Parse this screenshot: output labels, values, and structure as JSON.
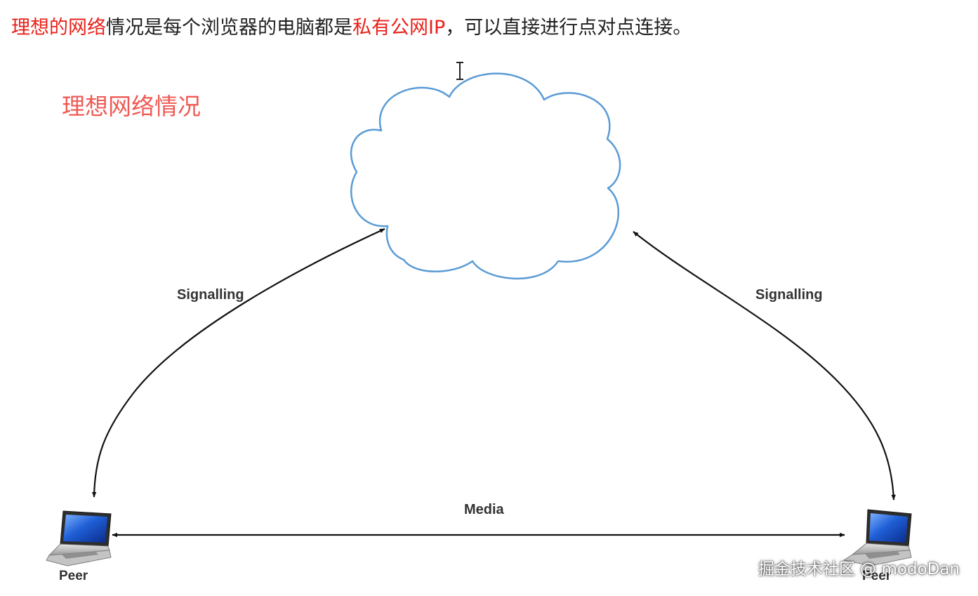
{
  "header": {
    "segments": [
      {
        "text": "理想的网络",
        "color": "#e8221b"
      },
      {
        "text": "情况是每个浏览器的电脑都是",
        "color": "#1f1f1f"
      },
      {
        "text": "私有公网IP",
        "color": "#e8221b"
      },
      {
        "text": "，可以直接进行点对点连接。",
        "color": "#1f1f1f"
      }
    ]
  },
  "diagram": {
    "subtitle": "理想网络情况",
    "subtitle_color": "#ef5a55",
    "cloud_color": "#5b9bd5",
    "arrow_color": "#111111",
    "edges": {
      "signalling_left": "Signalling",
      "signalling_right": "Signalling",
      "media": "Media"
    },
    "peers": {
      "left": "Peer",
      "right": "Peer"
    }
  },
  "watermark": "掘金技术社区 @ modoDan",
  "cursor_icon": "text-cursor-icon"
}
